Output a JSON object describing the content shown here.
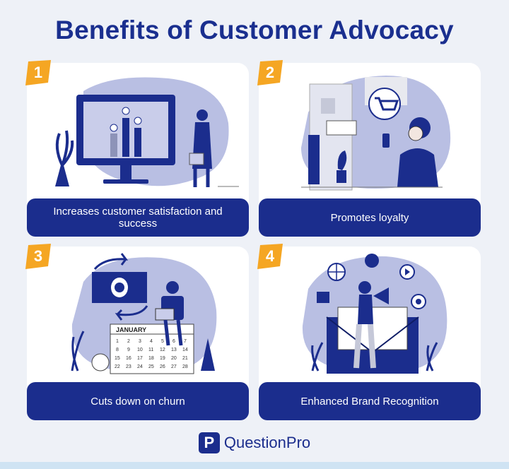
{
  "title": "Benefits of Customer Advocacy",
  "cards": [
    {
      "number": "1",
      "caption": "Increases customer satisfaction and success",
      "icon": "customer-satisfaction-illustration"
    },
    {
      "number": "2",
      "caption": "Promotes loyalty",
      "icon": "loyalty-shopping-illustration"
    },
    {
      "number": "3",
      "caption": "Cuts down on churn",
      "icon": "money-calendar-illustration",
      "calendar_month": "JANUARY"
    },
    {
      "number": "4",
      "caption": "Enhanced Brand Recognition",
      "icon": "megaphone-brand-illustration"
    }
  ],
  "logo": {
    "mark": "P",
    "text": "QuestionPro"
  },
  "colors": {
    "navy": "#1b2d8d",
    "title": "#1a2f8f",
    "badge_orange": "#f5a623",
    "lavender": "#b9bfe3",
    "background": "#eef1f7"
  }
}
